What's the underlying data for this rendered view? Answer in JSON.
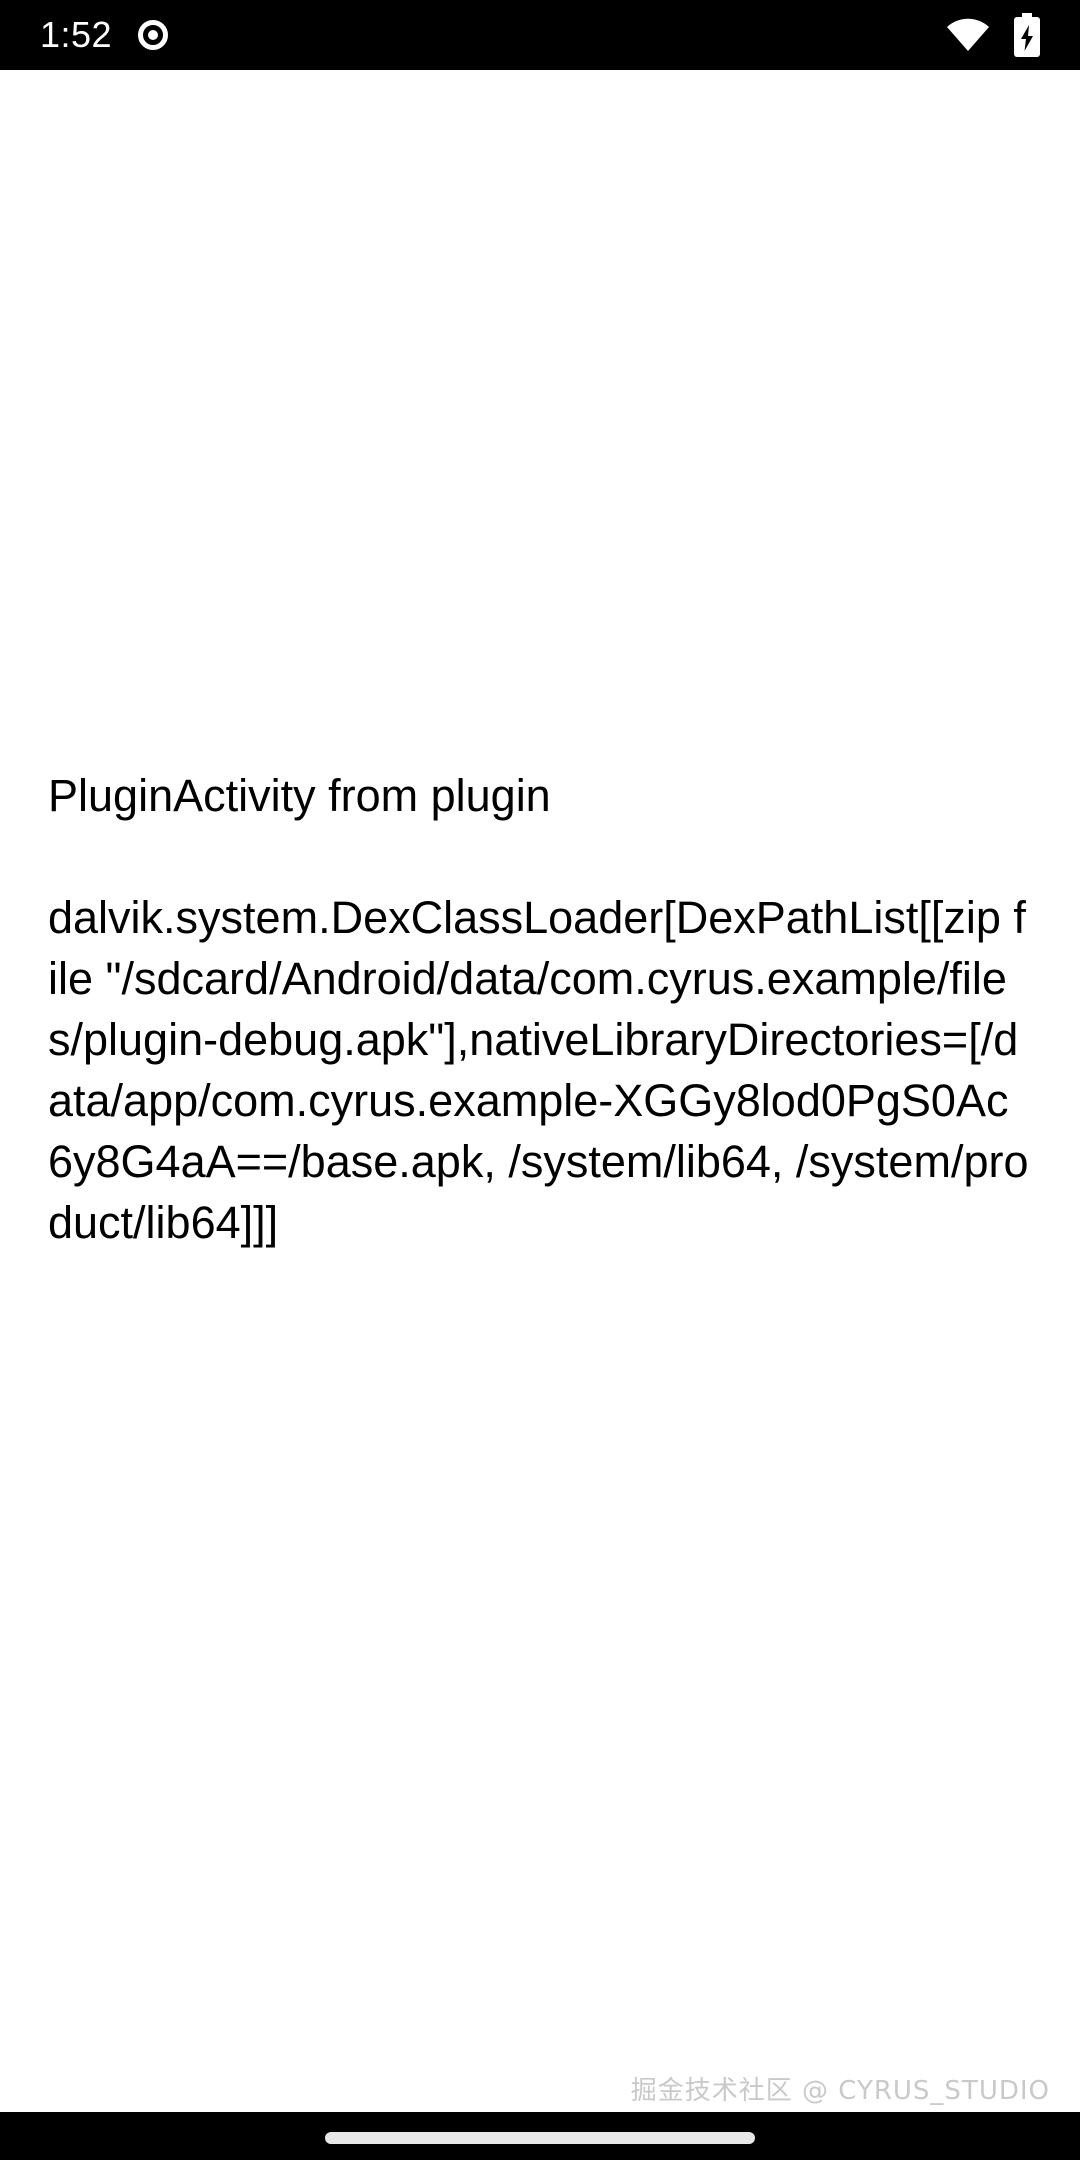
{
  "status_bar": {
    "clock": "1:52",
    "background_color": "#000000",
    "foreground_color": "#ffffff",
    "icons": {
      "notification": "notification-dot-icon",
      "wifi": "wifi-icon",
      "battery": "battery-charging-icon"
    }
  },
  "screen": {
    "background_color": "#ffffff",
    "text_color": "#000000"
  },
  "main": {
    "activity_title": "PluginActivity from plugin",
    "classloader_text": "dalvik.system.DexClassLoader[DexPathList[[zip file \"/sdcard/Android/data/com.cyrus.example/files/plugin-debug.apk\"],nativeLibraryDirectories=[/data/app/com.cyrus.example-XGGy8lod0PgS0Ac6y8G4aA==/base.apk, /system/lib64, /system/product/lib64]]]",
    "wrapped_lines": [
      "dalvik.system.DexClassLoader[DexPathL",
      "ist[[zip file \"/sdcard/Android/data/",
      "com.cyrus.example/files/",
      "plugin-debug.apk\"],nativeLibraryDirectori",
      "es=[/data/app/",
      "com.cyrus.example-XGGy8lod0PgS0Ac6",
      "y8G4aA==/base.apk, /system/lib64, /",
      "system/product/lib64]]]"
    ]
  },
  "watermark": {
    "text": "掘金技术社区 @ CYRUS_STUDIO",
    "color": "#c9c9c9"
  },
  "nav_bar": {
    "background_color": "#000000",
    "gesture_pill_color": "#e8e8e8"
  }
}
